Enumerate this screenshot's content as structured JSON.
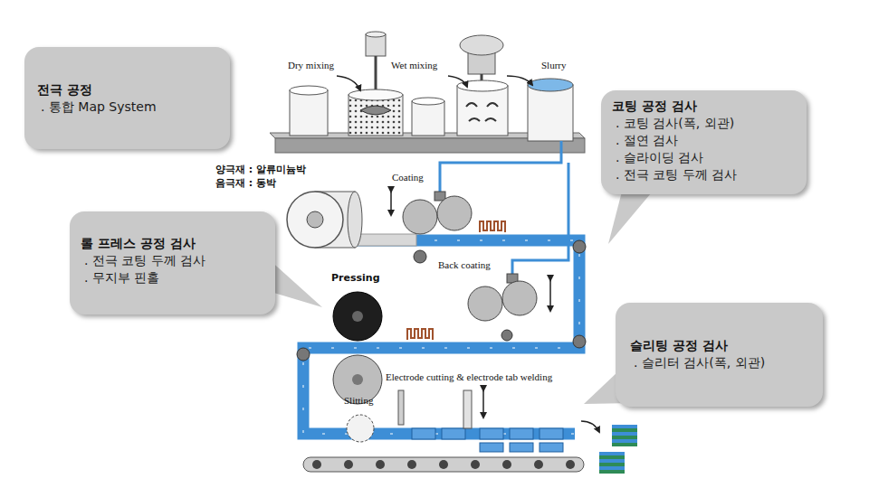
{
  "diagram": {
    "nodes": [
      {
        "text": [
          "전극 공정",
          ". 통합 Map System"
        ]
      },
      {
        "text": [
          "코팅 공정 검사",
          ". 코팅 검사(폭, 외관)",
          ". 절연 검사",
          ". 슬라이딩 검사",
          ". 전극 코팅 두께 검사"
        ]
      },
      {
        "text": [
          "롤 프레스 공정 검사",
          ". 전극 코팅 두께 검사",
          ". 무지부 핀홀"
        ]
      },
      {
        "text": [
          "슬리팅 공정 검사",
          ". 슬리터 검사(폭, 외관)"
        ]
      }
    ],
    "labels": [
      "Dry mixing",
      "Wet mixing",
      "Slurry",
      "양극재 : 알류미늄박",
      "음극재 : 동박",
      "Coating",
      "Back coating",
      "Pressing",
      "Electrode cutting & electrode tab welding",
      "Slitting"
    ]
  }
}
